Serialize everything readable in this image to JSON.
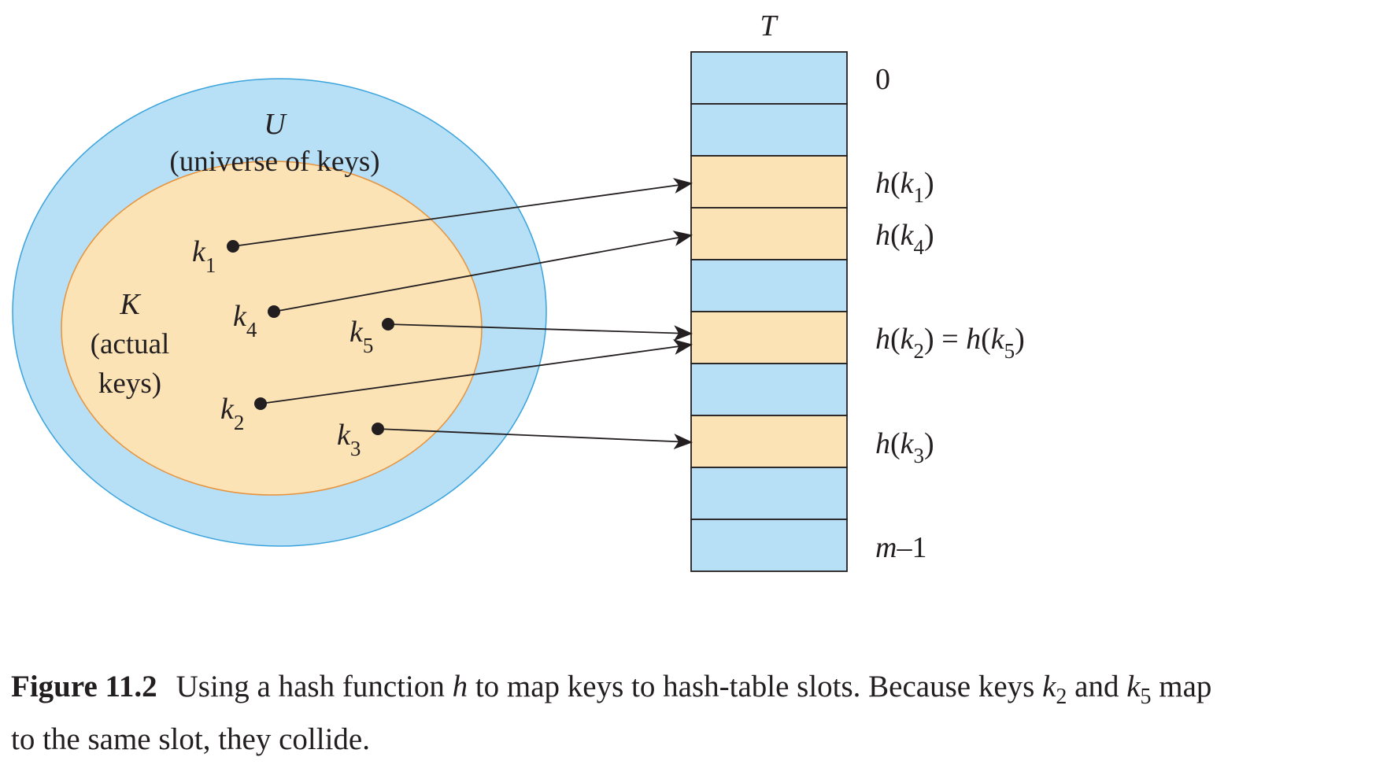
{
  "diagram": {
    "table_title": "T",
    "universe": {
      "symbol": "U",
      "text": "(universe of keys)"
    },
    "actual_keys": {
      "symbol": "K",
      "line1": "(actual",
      "line2": "keys)"
    },
    "keys": [
      {
        "name": "k",
        "sub": "1"
      },
      {
        "name": "k",
        "sub": "4"
      },
      {
        "name": "k",
        "sub": "5"
      },
      {
        "name": "k",
        "sub": "2"
      },
      {
        "name": "k",
        "sub": "3"
      }
    ],
    "slots": [
      {
        "fill": "blue"
      },
      {
        "fill": "blue"
      },
      {
        "fill": "orange"
      },
      {
        "fill": "orange"
      },
      {
        "fill": "blue"
      },
      {
        "fill": "orange"
      },
      {
        "fill": "blue"
      },
      {
        "fill": "orange"
      },
      {
        "fill": "blue"
      },
      {
        "fill": "blue"
      }
    ],
    "slot_labels": {
      "zero": "0",
      "h": "h",
      "k": "k",
      "eq": "=",
      "h_k1_sub": "1",
      "h_k4_sub": "4",
      "h_k2_sub": "2",
      "h_k5_sub": "5",
      "h_k3_sub": "3",
      "last_m": "m",
      "last_rest": "–1"
    },
    "colors": {
      "universe_fill": "#b7dff5",
      "universe_stroke": "#3aa3dc",
      "keys_fill": "#fbe3b6",
      "keys_stroke": "#e8923a",
      "line": "#231f20"
    }
  },
  "caption": {
    "label": "Figure 11.2",
    "part1": "Using a hash function ",
    "h": "h",
    "part2": " to map keys to hash-table slots. Because keys ",
    "k2": "k",
    "k2_sub": "2",
    "part3": " and ",
    "k5": "k",
    "k5_sub": "5",
    "part4": " map",
    "line2": "to the same slot, they collide."
  }
}
